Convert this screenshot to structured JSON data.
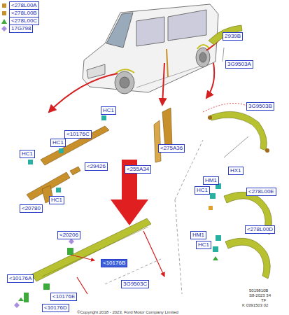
{
  "diagram": {
    "nodes": [
      {
        "text": [
          "2939B"
        ]
      },
      {
        "text": [
          "3G9503A"
        ]
      },
      {
        "text": [
          "3G9503B"
        ]
      },
      {
        "text": [
          "<275A36"
        ]
      },
      {
        "text": [
          "<255A34"
        ]
      },
      {
        "text": [
          "HC1"
        ]
      },
      {
        "text": [
          "<10176C"
        ]
      },
      {
        "text": [
          "HC1"
        ]
      },
      {
        "text": [
          "HC1"
        ]
      },
      {
        "text": [
          "<29426"
        ]
      },
      {
        "text": [
          "HX1"
        ]
      },
      {
        "text": [
          "HM1"
        ]
      },
      {
        "text": [
          "<278L00E"
        ]
      },
      {
        "text": [
          "HC1"
        ]
      },
      {
        "text": [
          "HC1"
        ]
      },
      {
        "text": [
          "<20780"
        ]
      },
      {
        "text": [
          "<20206"
        ]
      },
      {
        "text": [
          "HM1"
        ]
      },
      {
        "text": [
          "<278L00D"
        ]
      },
      {
        "text": [
          "HC1"
        ]
      },
      {
        "text": [
          "<10176B"
        ]
      },
      {
        "text": [
          "<10176A"
        ]
      },
      {
        "text": [
          "3G9503C"
        ]
      },
      {
        "text": [
          "<10176E"
        ]
      },
      {
        "text": [
          "<10176D"
        ]
      }
    ],
    "labels": [
      "5019810B",
      "S8-2023 34",
      "TF",
      "K 0391503 02",
      "©Copyright 2018 - 2023, Ford Motor Company Limited"
    ],
    "legend": [
      {
        "text": "<278L00A",
        "color": "#c8902a"
      },
      {
        "text": "<278L00B",
        "color": "#c8902a"
      },
      {
        "text": "<278L00C"
      },
      {
        "text": "17G798"
      }
    ]
  }
}
